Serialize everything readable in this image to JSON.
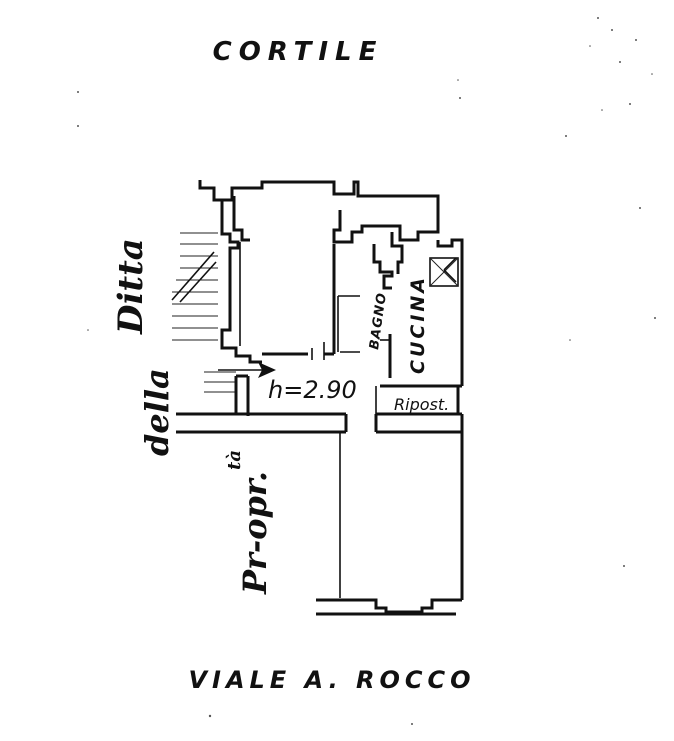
{
  "labels": {
    "top_street": "CORTILE",
    "bottom_street": "VIALE A. ROCCO",
    "left_word_1": "Ditta",
    "left_word_2": "della",
    "left_word_3": "Pr-opr.",
    "left_superscript": "tà",
    "height_note": "h=2.90",
    "room_bath": "BAGNO",
    "room_kitchen": "CUCINA",
    "room_storage": "Ripost."
  }
}
